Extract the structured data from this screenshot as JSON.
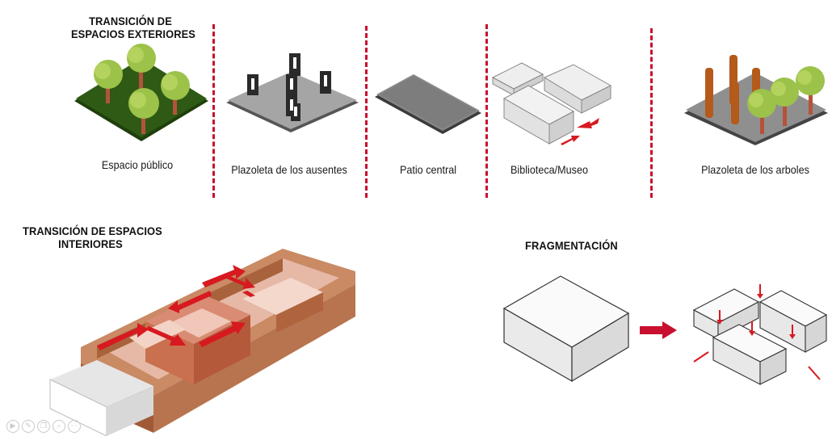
{
  "exterior": {
    "heading_line1": "TRANSICIÓN DE",
    "heading_line2": "ESPACIOS EXTERIORES",
    "items": [
      {
        "label": "Espacio público"
      },
      {
        "label": "Plazoleta de los ausentes"
      },
      {
        "label": "Patio central"
      },
      {
        "label": "Biblioteca/Museo"
      },
      {
        "label": "Plazoleta de los arboles"
      }
    ]
  },
  "interior": {
    "heading_line1": "TRANSICIÓN DE ESPACIOS",
    "heading_line2": "INTERIORES"
  },
  "fragmentation": {
    "heading": "FRAGMENTACIÓN"
  },
  "colors": {
    "divider": "#c8102e",
    "arrow": "#d71920",
    "grass": "#2e5a16",
    "slab": "#8a8a8a",
    "brick": "#b8744e",
    "tree_canopy": "#9cc24a",
    "trunk": "#b5533a",
    "column": "#b45a1b"
  },
  "viewer_controls": [
    "play-icon",
    "edit-icon",
    "copy-icon",
    "zoom-icon",
    "more-icon"
  ]
}
